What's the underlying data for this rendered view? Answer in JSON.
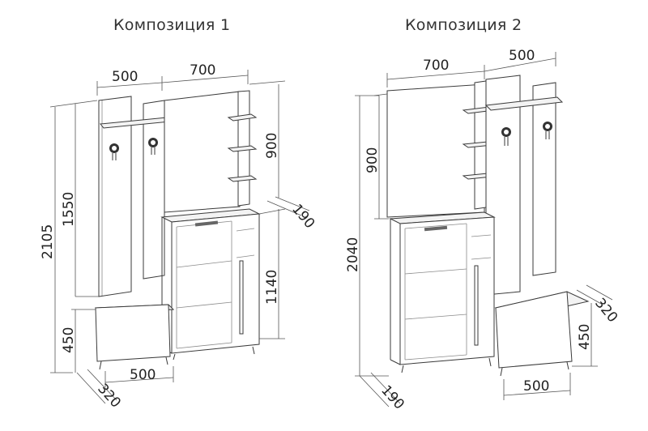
{
  "titles": {
    "composition_1": "Композиция 1",
    "composition_2": "Композиция 2"
  },
  "composition_1_dims": {
    "panel_width": "500",
    "mirror_width": "700",
    "total_height": "2105",
    "panel_height": "1550",
    "mirror_height": "900",
    "depth_mirror": "190",
    "cabinet_height": "1140",
    "bench_height": "450",
    "bench_width": "500",
    "bench_depth": "320"
  },
  "composition_2_dims": {
    "mirror_width": "700",
    "panel_width": "500",
    "mirror_height": "900",
    "total_height": "2040",
    "bench_depth": "320",
    "bench_height": "450",
    "bench_width": "500",
    "depth": "190"
  }
}
